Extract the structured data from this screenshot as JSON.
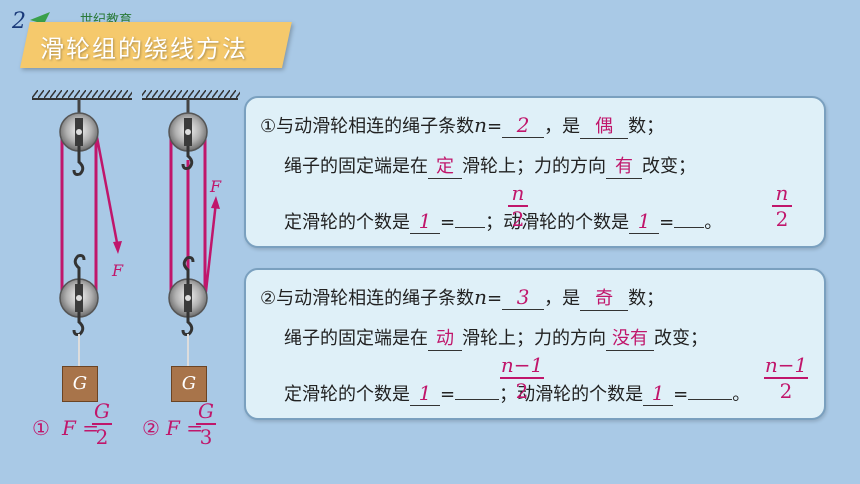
{
  "header": {
    "title": "滑轮组的绕线方法",
    "logo_text": "世纪教育"
  },
  "figure": {
    "force_label": "F",
    "weight_label": "G",
    "formula1": {
      "index": "①",
      "lhs": "F =",
      "num": "G",
      "den": "2"
    },
    "formula2": {
      "index": "②",
      "lhs": "F =",
      "num": "G",
      "den": "3"
    }
  },
  "card1": {
    "line1_prefix": "①与动滑轮相连的绳子条数",
    "line1_var": "n",
    "line1_eq": "=",
    "line1_ans": "2",
    "line1_mid": "，是",
    "line1_ans2": "偶",
    "line1_suffix": "数；",
    "line2_prefix": "绳子的固定端是在",
    "line2_ans": "定",
    "line2_mid": "滑轮上；力的方向",
    "line2_ans2": "有",
    "line2_suffix": "改变；",
    "line3_prefix": "定滑轮的个数是",
    "line3_ans": "1",
    "line3_eq": "=",
    "line3_frac_num": "n",
    "line3_frac_den": "2",
    "line3_mid": "；动滑轮的个数是",
    "line3_ans2": "1",
    "line3_eq2": "=",
    "line3_frac2_num": "n",
    "line3_frac2_den": "2",
    "line3_suffix": "。"
  },
  "card2": {
    "line1_prefix": "②与动滑轮相连的绳子条数",
    "line1_var": "n",
    "line1_eq": "=",
    "line1_ans": "3",
    "line1_mid": "，是",
    "line1_ans2": "奇",
    "line1_suffix": "数；",
    "line2_prefix": "绳子的固定端是在",
    "line2_ans": "动",
    "line2_mid": "滑轮上；力的方向",
    "line2_ans2": "没有",
    "line2_suffix": "改变；",
    "line3_prefix": "定滑轮的个数是",
    "line3_ans": "1",
    "line3_eq": "=",
    "line3_frac_num": "n−1",
    "line3_frac_den": "2",
    "line3_mid": "；动滑轮的个数是",
    "line3_ans2": "1",
    "line3_eq2": "=",
    "line3_frac2_num": "n−1",
    "line3_frac2_den": "2",
    "line3_suffix": "。"
  },
  "colors": {
    "background": "#a9c9e6",
    "title_bar": "#f5c96c",
    "answer": "#c0166b",
    "rope": "#c0166b",
    "card": "#dff0f8"
  }
}
